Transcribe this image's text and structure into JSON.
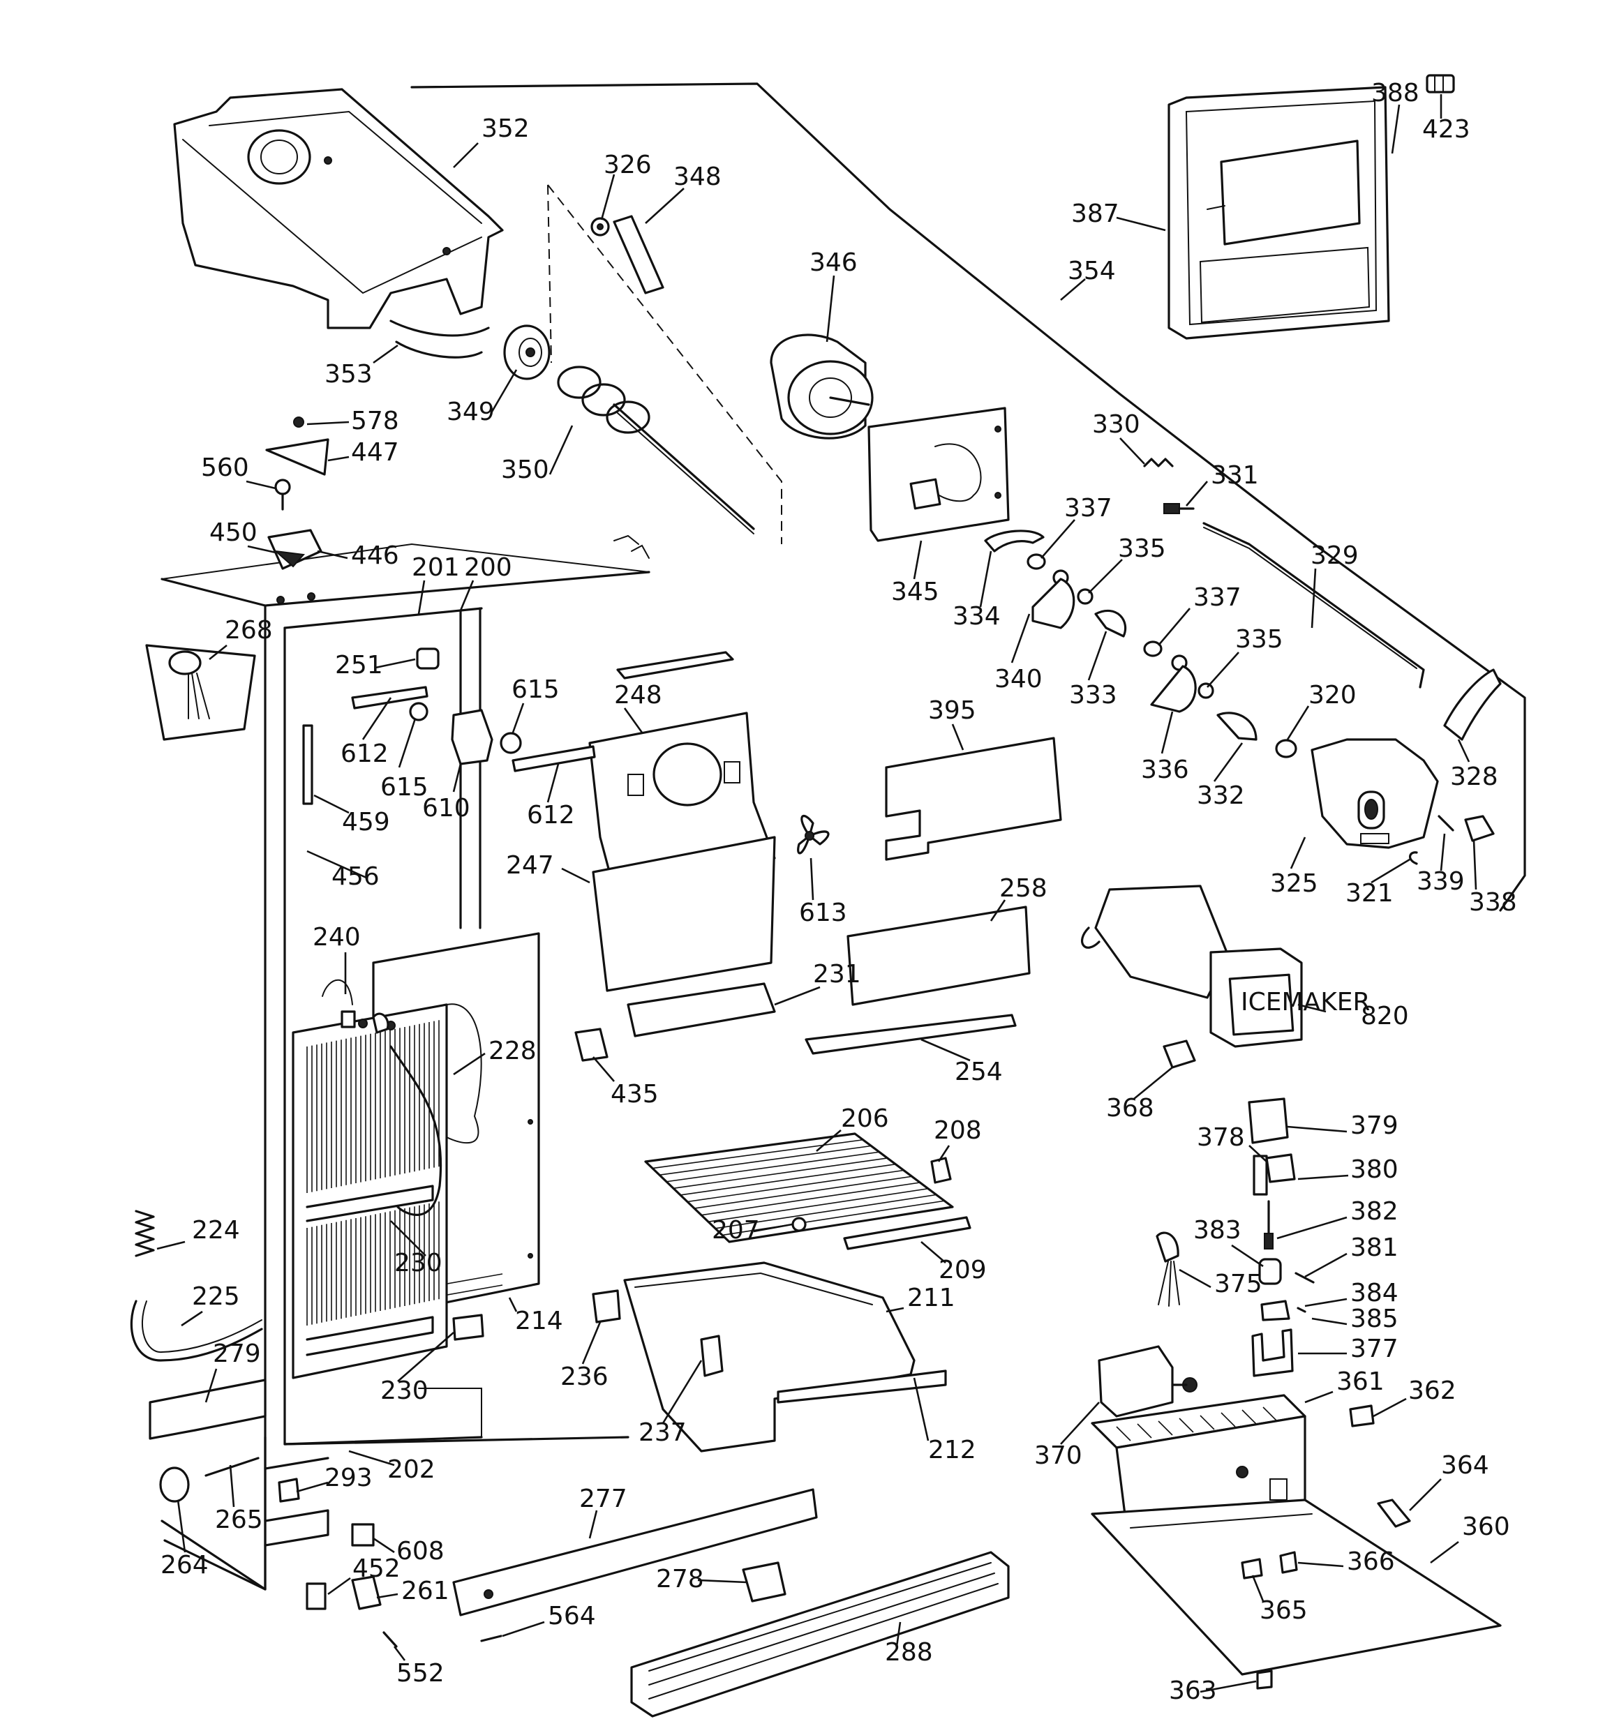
{
  "labels": {
    "l200": "200",
    "l201": "201",
    "l202": "202",
    "l206": "206",
    "l207": "207",
    "l208": "208",
    "l209": "209",
    "l211": "211",
    "l212": "212",
    "l214": "214",
    "l224": "224",
    "l225": "225",
    "l228": "228",
    "l230a": "230",
    "l230b": "230",
    "l231": "231",
    "l236": "236",
    "l237": "237",
    "l240": "240",
    "l247": "247",
    "l248": "248",
    "l251": "251",
    "l254": "254",
    "l258": "258",
    "l261": "261",
    "l264": "264",
    "l265": "265",
    "l268": "268",
    "l277": "277",
    "l278": "278",
    "l279": "279",
    "l288": "288",
    "l293": "293",
    "l320": "320",
    "l321": "321",
    "l325": "325",
    "l326": "326",
    "l328": "328",
    "l329": "329",
    "l330": "330",
    "l331": "331",
    "l332": "332",
    "l333": "333",
    "l334": "334",
    "l335a": "335",
    "l335b": "335",
    "l336": "336",
    "l337a": "337",
    "l337b": "337",
    "l338": "338",
    "l339": "339",
    "l340": "340",
    "l345": "345",
    "l346": "346",
    "l348": "348",
    "l349": "349",
    "l350": "350",
    "l352": "352",
    "l353": "353",
    "l354": "354",
    "l360": "360",
    "l361": "361",
    "l362": "362",
    "l363": "363",
    "l364": "364",
    "l365": "365",
    "l366": "366",
    "l368": "368",
    "l370": "370",
    "l375": "375",
    "l377": "377",
    "l378": "378",
    "l379": "379",
    "l380": "380",
    "l381": "381",
    "l382": "382",
    "l383": "383",
    "l384": "384",
    "l385": "385",
    "l387": "387",
    "l388": "388",
    "l395": "395",
    "l423": "423",
    "l435": "435",
    "l446": "446",
    "l447": "447",
    "l450": "450",
    "l452": "452",
    "l456": "456",
    "l459": "459",
    "l552": "552",
    "l560": "560",
    "l564": "564",
    "l578": "578",
    "l608": "608",
    "l610": "610",
    "l612a": "612",
    "l612b": "612",
    "l613": "613",
    "l615a": "615",
    "l615b": "615",
    "l820": "820"
  },
  "ice_maker_label": "ICEMAKER"
}
